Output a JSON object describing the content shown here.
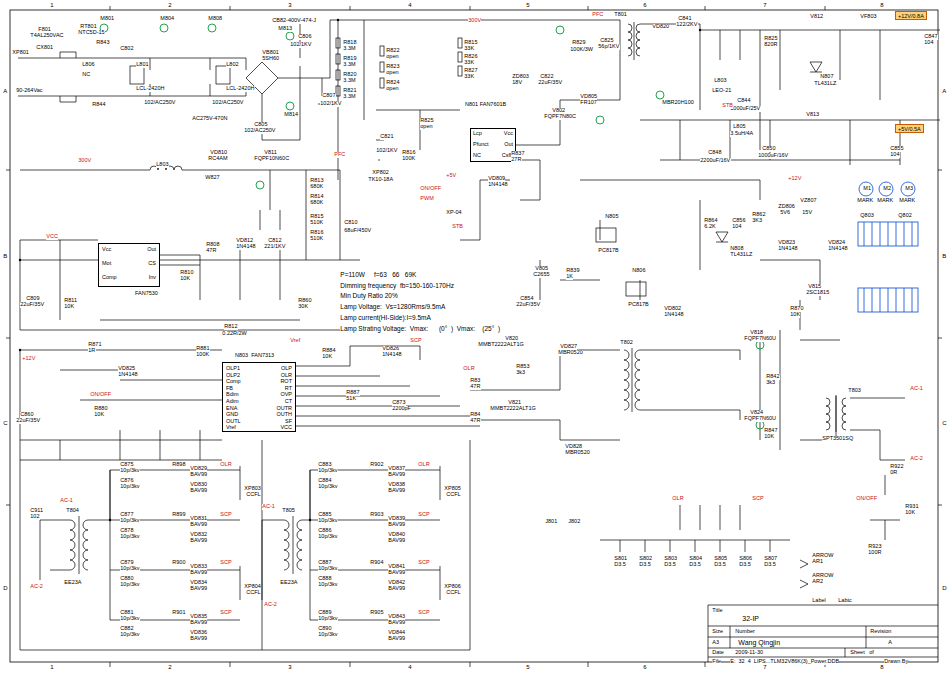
{
  "diagram": {
    "nodes": [
      {
        "text": [
          "N801 FAN7601B",
          "Lcp",
          "Vcc",
          "Pfunct",
          "Out",
          "NC",
          "Csfb"
        ]
      },
      {
        "text": [
          "Vcc",
          "Out",
          "Mot",
          "CS",
          "Comp",
          "Inv",
          "FAN7530"
        ]
      },
      {
        "text": [
          "N803  FAN7313",
          "OLP1",
          "OLP2",
          "Comp",
          "FB",
          "Bdim",
          "Adim",
          "ENA",
          "GND",
          "OUTL",
          "Vref",
          "OLP",
          "OLR",
          "ROT",
          "RT",
          "OVP",
          "CT",
          "OUTR",
          "OUTH",
          "SF",
          "VCC"
        ]
      },
      {
        "text": [
          "+12V/0.8A"
        ]
      },
      {
        "text": [
          "+5V/0.5A"
        ]
      }
    ],
    "labels": [
      "1",
      "2",
      "3",
      "4",
      "5",
      "6",
      "7",
      "8",
      "1",
      "2",
      "3",
      "4",
      "5",
      "6",
      "7",
      "8",
      "A",
      "B",
      "C",
      "D",
      "A",
      "B",
      "C",
      "D",
      "F801",
      "T4AL250VAC",
      "RT801",
      "NTC5D-15",
      "R843",
      "XP801",
      "CX801",
      "90-264Vac",
      "NC",
      "L806",
      "R844",
      "M801",
      "C802",
      "L801",
      "LCL-2420H",
      "102/AC250V",
      "M804",
      "M808",
      "AC275V-470N",
      "L802",
      "LCL-2420H",
      "102/AC250V",
      "VB801",
      "5SH60",
      "C805",
      "102/AC250V",
      "CB82-400V-474-J",
      "C806",
      "102/1KV",
      "C807",
      "102/1KV",
      "M813",
      "M814",
      "300V",
      "300V",
      "R818",
      "3.3M",
      "R819",
      "3.3M",
      "R820",
      "3.3M",
      "R821",
      "3.3M",
      "R822",
      "open",
      "R823",
      "open",
      "R824",
      "open",
      "R815",
      "33K",
      "R826",
      "33K",
      "R827",
      "33K",
      "C821",
      "102/1KV",
      "R825",
      "open",
      "R816",
      "100K",
      "XP802",
      "TK10-18A",
      "ON/OFF",
      "PWM",
      "+5V",
      "STB",
      "XP-04",
      "ZD803",
      "18V",
      "C822",
      "22uF/35V",
      "R829",
      "100K/3W",
      "C825",
      "56p/1KV",
      "T801",
      "PFC",
      "VD805",
      "FR107",
      "V802",
      "FQPF7N80C",
      "R837",
      "27R",
      "VD809",
      "1N4148",
      "C854",
      "22uF/35V",
      "V805",
      "C2655",
      "R839",
      "1K",
      "PC817B",
      "PC817B",
      "N805",
      "N806",
      "VD820",
      "C841",
      "122/2KV",
      "MBR20H100",
      "L803",
      "LEO-21",
      "C844",
      "1000uF/25V",
      "C848",
      "2200uF/16V",
      "L805",
      "3.5uH/4A",
      "C850",
      "1000uF/16V",
      "R825",
      "820R",
      "V812",
      "VF803",
      "C847",
      "104",
      "N807",
      "TL431LZ",
      "STB",
      "V813",
      "C855",
      "104",
      "+12V",
      "ZD806",
      "5V6",
      "VZ807",
      "15V",
      "VD823",
      "1N4148",
      "VD824",
      "1N4148",
      "M1",
      "M2",
      "M3",
      "MARK",
      "MARK",
      "MARK",
      "Q803",
      "Q802",
      "V815",
      "2SC1815",
      "R870",
      "10K",
      "R862",
      "3K3",
      "R864",
      "6.2K",
      "C856",
      "104",
      "N808",
      "TL431LZ",
      "VD802",
      "1N4148",
      "T802",
      "V820",
      "MMBT2222ALT1G",
      "V821",
      "MMBT2222ALT1G",
      "VD827",
      "MBR0520",
      "VD828",
      "MBR0520",
      "R853",
      "3k3",
      "V818",
      "FQPF7N60U",
      "V824",
      "FQPF7N60U",
      "T803",
      "SPT3501SQ",
      "AC-1",
      "AC-2",
      "R842",
      "3k3",
      "R847",
      "10K",
      "R922",
      "0R",
      "ON/OFF",
      "R931",
      "10K",
      "R923",
      "100R",
      "ARROW",
      "AR1",
      "ARROW",
      "AR2",
      "Label",
      "Labtc",
      "S801",
      "D3.5",
      "S802",
      "D3.5",
      "S803",
      "D3.5",
      "S804",
      "D3.5",
      "S805",
      "D3.5",
      "S806",
      "D3.5",
      "S807",
      "D3.5",
      "OLR",
      "SCP",
      "J801",
      "J802",
      "VD810",
      "RC4AM",
      "W827",
      "L803",
      "V811",
      "FQPF10N60C",
      "R813",
      "680K",
      "R814",
      "680K",
      "R815",
      "510K",
      "R816",
      "510K",
      "C810",
      "68uF/450V",
      "PFC",
      "VD812",
      "1N4148",
      "R808",
      "47R",
      "C812",
      "221/1KV",
      "VCC",
      "C809",
      "22uF/35V",
      "R811",
      "10K",
      "R810",
      "10K",
      "R812",
      "0.22R/2W",
      "R860",
      "30K",
      "+12V",
      "R871",
      "1R",
      "VD825",
      "1N4148",
      "ON/OFF",
      "R880",
      "10K",
      "C860",
      "22uF/35V",
      "R881",
      "100K",
      "C911",
      "102",
      "Vref",
      "R884",
      "10K",
      "SCP",
      "VD826",
      "1N4148",
      "R887",
      "51K",
      "C873",
      "2200pF",
      "OLR",
      "R83",
      "47R",
      "R84",
      "47R",
      "T804",
      "EE23A",
      "T805",
      "EE23A",
      "AC-1",
      "AC-2",
      "AC-1",
      "AC-2",
      "XP803",
      "CCFL",
      "XP804",
      "CCFL",
      "XP805",
      "CCFL",
      "XP806",
      "CCFL",
      "P=110W     f=63   66   69K",
      "Dimming frequency  fb=150-160-170Hz",
      "Min Duty Ratio 20%",
      "Lamp Voltage:  Vs=1280Rms/9.5mA",
      "Lamp current(HI-Side):I=9.5mA",
      "Lamp Strating Voltage:  Vmax:      (0°  )  Vmax:    (25°  )",
      "Title",
      "32-IP",
      "Size",
      "Number",
      "Revision",
      "A3",
      "Wang Qingjin",
      "A",
      "Date",
      "2009-11-30",
      "Sheet   of",
      "File",
      "E:  32  4  LIPS...TLM32V86K(3)_Power.DDB",
      "Drawn By",
      "C875",
      "10p/3kv",
      "C876",
      "10p/3kv",
      "R898",
      "VD829",
      "BAV99",
      "VD830",
      "BAV99",
      "OLR",
      "C877",
      "10p/3kv",
      "C878",
      "10p/3kv",
      "R899",
      "VD831",
      "BAV99",
      "VD832",
      "BAV99",
      "SCP",
      "C879",
      "10p/3kv",
      "C880",
      "10p/3kv",
      "R900",
      "VD833",
      "BAV99",
      "VD834",
      "BAV99",
      "SCP",
      "C881",
      "10p/3kv",
      "C882",
      "10p/3kv",
      "R901",
      "VD835",
      "BAV99",
      "VD836",
      "BAV99",
      "SCP",
      "C883",
      "10p/3kv",
      "C884",
      "10p/3kv",
      "R902",
      "VD837",
      "BAV99",
      "VD838",
      "BAV99",
      "OLR",
      "C885",
      "10p/3kv",
      "C886",
      "10p/3kv",
      "R903",
      "VD839",
      "BAV99",
      "VD840",
      "BAV99",
      "SCP",
      "C887",
      "10p/3kv",
      "C888",
      "10p/3kv",
      "R904",
      "VD841",
      "BAV99",
      "VD842",
      "BAV99",
      "SCP",
      "C889",
      "10p/3kv",
      "C890",
      "10p/3kv",
      "R905",
      "VD843",
      "BAV99",
      "VD844",
      "BAV99",
      "SCP"
    ]
  }
}
